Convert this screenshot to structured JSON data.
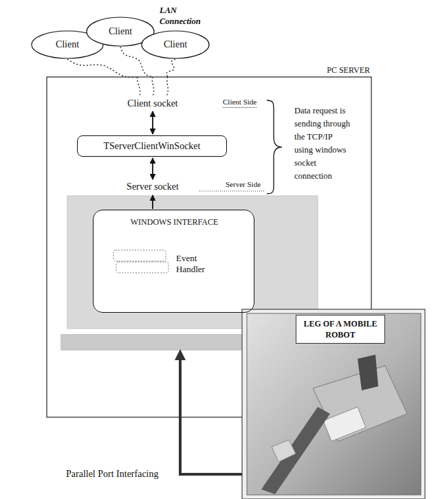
{
  "diagram": {
    "nodes": [
      {
        "text": [
          "PC SERVER"
        ]
      },
      {
        "text": [
          "Client"
        ]
      },
      {
        "text": [
          "Client"
        ]
      },
      {
        "text": [
          "Client"
        ]
      },
      {
        "text": [
          "TServerClientWinSocket"
        ],
        "in": 0
      },
      {
        "text": [
          "WINDOWS INTERFACE",
          "Event Handler"
        ],
        "in": 0
      },
      {
        "text": [
          "LEG OF A MOBILE ROBOT"
        ]
      }
    ],
    "edges": [
      {
        "from": 1,
        "to": 0,
        "arrow": "none"
      },
      {
        "from": 2,
        "to": 0,
        "arrow": "none"
      },
      {
        "from": 3,
        "to": 0,
        "arrow": "none"
      }
    ],
    "labels": [
      "LAN Connection",
      "Client socket",
      "Client Side",
      "Data request is sending through the TCP/IP using windows socket connection",
      "Server Side",
      "Server socket",
      "Parallel Port Interfacing"
    ]
  }
}
